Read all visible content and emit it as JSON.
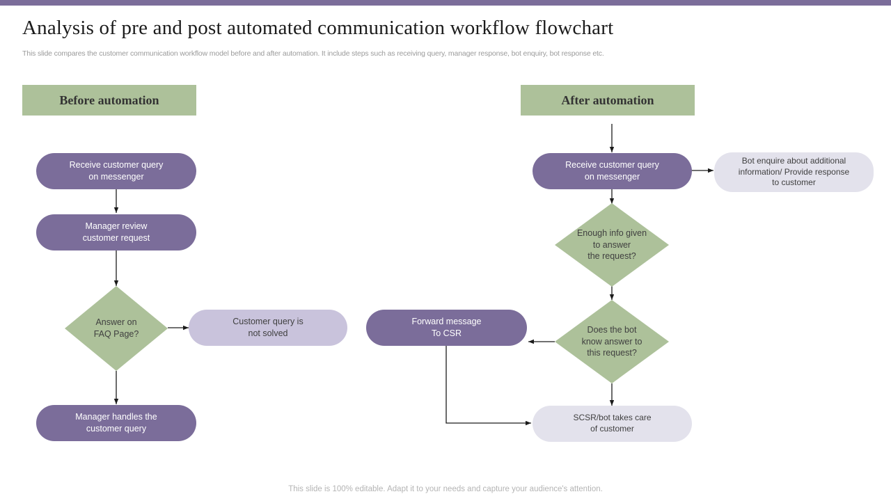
{
  "page": {
    "title": "Analysis of pre and post automated communication workflow flowchart",
    "subtitle": "This slide compares the customer communication workflow model before and after automation. It include steps such as receiving query, manager response, bot enquiry, bot response etc.",
    "footer": "This slide is 100% editable. Adapt it to your needs and capture your audience's attention."
  },
  "colors": {
    "banner_green": "#adc19a",
    "node_purple": "#7b6d9a",
    "node_lavender": "#c9c3dc",
    "node_palegray": "#e3e2ec",
    "diamond_green": "#adc19a",
    "connector": "#1b1b1b",
    "title_text": "#1b1b1b",
    "subtitle_text": "#9b9b9b",
    "footer_text": "#b4b4b4"
  },
  "sections": {
    "before": {
      "banner_label": "Before automation"
    },
    "after": {
      "banner_label": "After automation"
    }
  },
  "before_flow": {
    "nodes": [
      {
        "id": "receive-query",
        "label": "Receive  customer query\non messenger",
        "shape": "rounded-rect",
        "style": "purple"
      },
      {
        "id": "manager-review",
        "label": "Manager  review\ncustomer request",
        "shape": "rounded-rect",
        "style": "purple"
      },
      {
        "id": "answer-faq",
        "label": "Answer on\nFAQ Page?",
        "shape": "diamond",
        "style": "green"
      },
      {
        "id": "query-not-solved",
        "label": "Customer query is\nnot solved",
        "shape": "rounded-rect",
        "style": "lavender"
      },
      {
        "id": "manager-handles",
        "label": "Manager  handles the\ncustomer query",
        "shape": "rounded-rect",
        "style": "purple"
      }
    ]
  },
  "after_flow": {
    "nodes": [
      {
        "id": "receive-query-2",
        "label": "Receive  customer query\non messenger",
        "shape": "rounded-rect",
        "style": "purple"
      },
      {
        "id": "bot-enquire",
        "label": "Bot enquire  about  additional\ninformation/  Provide  response\nto customer",
        "shape": "rounded-rect",
        "style": "palegray"
      },
      {
        "id": "enough-info",
        "label": "Enough info  given\nto answer\nthe request?",
        "shape": "diamond",
        "style": "green"
      },
      {
        "id": "bot-knows",
        "label": "Does the bot\nknow answer to\nthis request?",
        "shape": "diamond",
        "style": "green"
      },
      {
        "id": "forward-csr",
        "label": "Forward  message\nTo CSR",
        "shape": "rounded-rect",
        "style": "purple"
      },
      {
        "id": "scsr-takes-care",
        "label": "SCSR/bot takes care\nof customer",
        "shape": "rounded-rect",
        "style": "palegray"
      }
    ]
  }
}
